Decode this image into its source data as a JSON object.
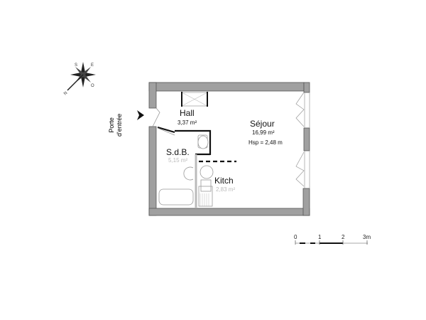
{
  "plan": {
    "entrance_label_line1": "Porte",
    "entrance_label_line2": "d'entrée",
    "rooms": [
      {
        "name": "Hall",
        "area": "3,37 m²"
      },
      {
        "name": "Séjour",
        "area": "16,99 m²",
        "height": "Hsp = 2,48 m"
      },
      {
        "name": "S.d.B.",
        "area": "5,15 m²"
      },
      {
        "name": "Kitch",
        "area": "2,83 m²"
      }
    ]
  },
  "compass": {
    "labels": [
      "N",
      "E",
      "S",
      "O"
    ]
  },
  "scale_bar": {
    "ticks": [
      "0",
      "1",
      "2",
      "3m"
    ]
  },
  "colors": {
    "wall": "#a0a0a0",
    "wall_outline": "#555555",
    "partition": "#111111",
    "fixture": "#999999"
  }
}
